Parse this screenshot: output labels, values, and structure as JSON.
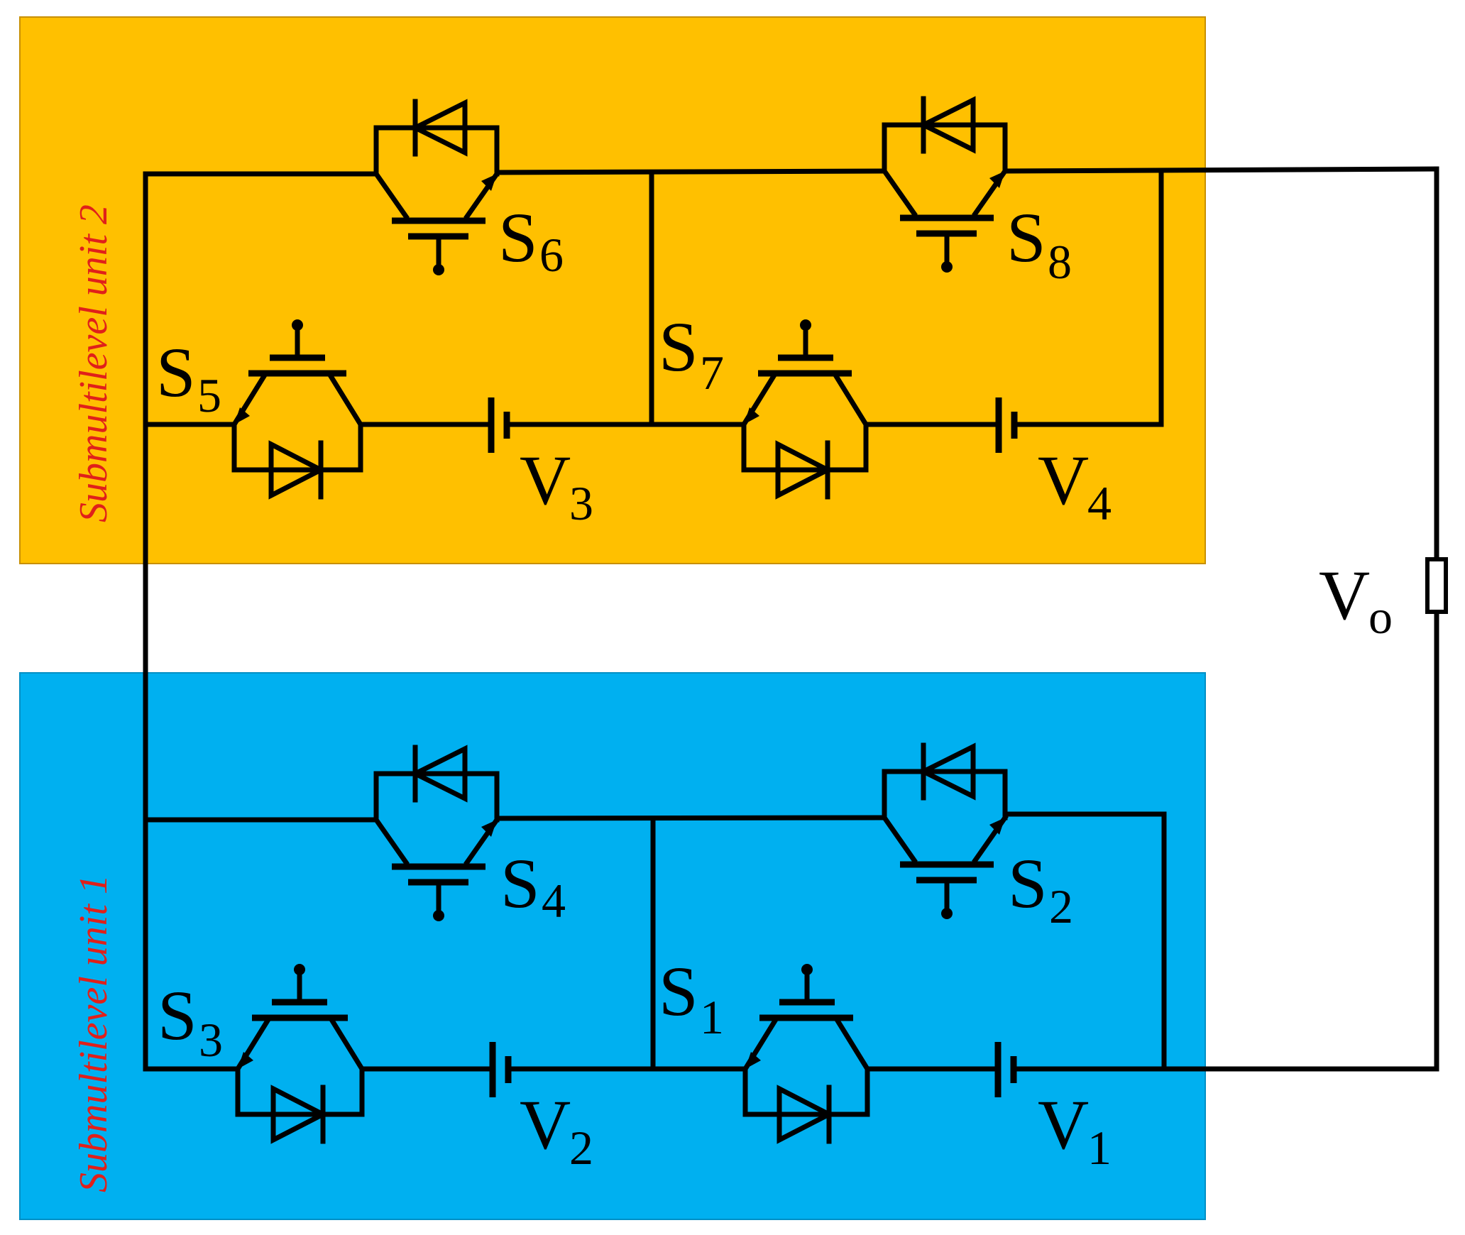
{
  "units": [
    {
      "title": "Submultilevel unit 2",
      "fill": "#FFC000",
      "title_color": "#E0201A"
    },
    {
      "title": "Submultilevel unit 1",
      "fill": "#00B0F0",
      "title_color": "#E0201A"
    }
  ],
  "switches": [
    {
      "base": "S",
      "sub": "1"
    },
    {
      "base": "S",
      "sub": "2"
    },
    {
      "base": "S",
      "sub": "3"
    },
    {
      "base": "S",
      "sub": "4"
    },
    {
      "base": "S",
      "sub": "5"
    },
    {
      "base": "S",
      "sub": "6"
    },
    {
      "base": "S",
      "sub": "7"
    },
    {
      "base": "S",
      "sub": "8"
    }
  ],
  "sources": [
    {
      "base": "V",
      "sub": "1"
    },
    {
      "base": "V",
      "sub": "2"
    },
    {
      "base": "V",
      "sub": "3"
    },
    {
      "base": "V",
      "sub": "4"
    }
  ],
  "output": {
    "base": "V",
    "sub": "o"
  },
  "colors": {
    "wire": "#000000"
  }
}
